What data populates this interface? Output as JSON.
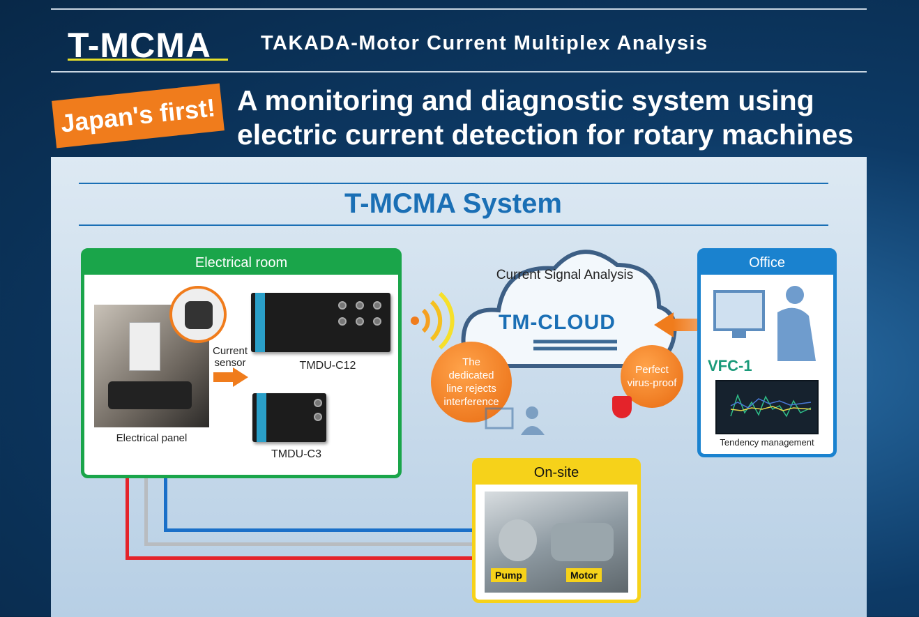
{
  "header": {
    "logo_text": "T-MCMA",
    "subtitle": "TAKADA-Motor Current Multiplex Analysis",
    "badge": "Japan's first!",
    "headline_line1": "A monitoring and diagnostic system using",
    "headline_line2": "electric current detection for rotary machines"
  },
  "system": {
    "title": "T-MCMA System",
    "electrical_room": {
      "title": "Electrical room",
      "panel_label": "Electrical panel",
      "sensor_label_1": "Current",
      "sensor_label_2": "sensor",
      "device1": "TMDU-C12",
      "device2": "TMDU-C3"
    },
    "cloud": {
      "label": "Current Signal Analysis",
      "logo": "TM-CLOUD",
      "bubble_left": [
        "The",
        "dedicated",
        "line rejects",
        "interference"
      ],
      "bubble_right": [
        "Perfect",
        "virus-proof"
      ]
    },
    "office": {
      "title": "Office",
      "software_logo": "VFC-1",
      "caption": "Tendency management"
    },
    "onsite": {
      "title": "On-site",
      "pump": "Pump",
      "motor": "Motor"
    }
  },
  "colors": {
    "green": "#1aa54a",
    "blue": "#1a82cf",
    "yellow": "#f6d21a",
    "orange": "#f07c1c"
  }
}
